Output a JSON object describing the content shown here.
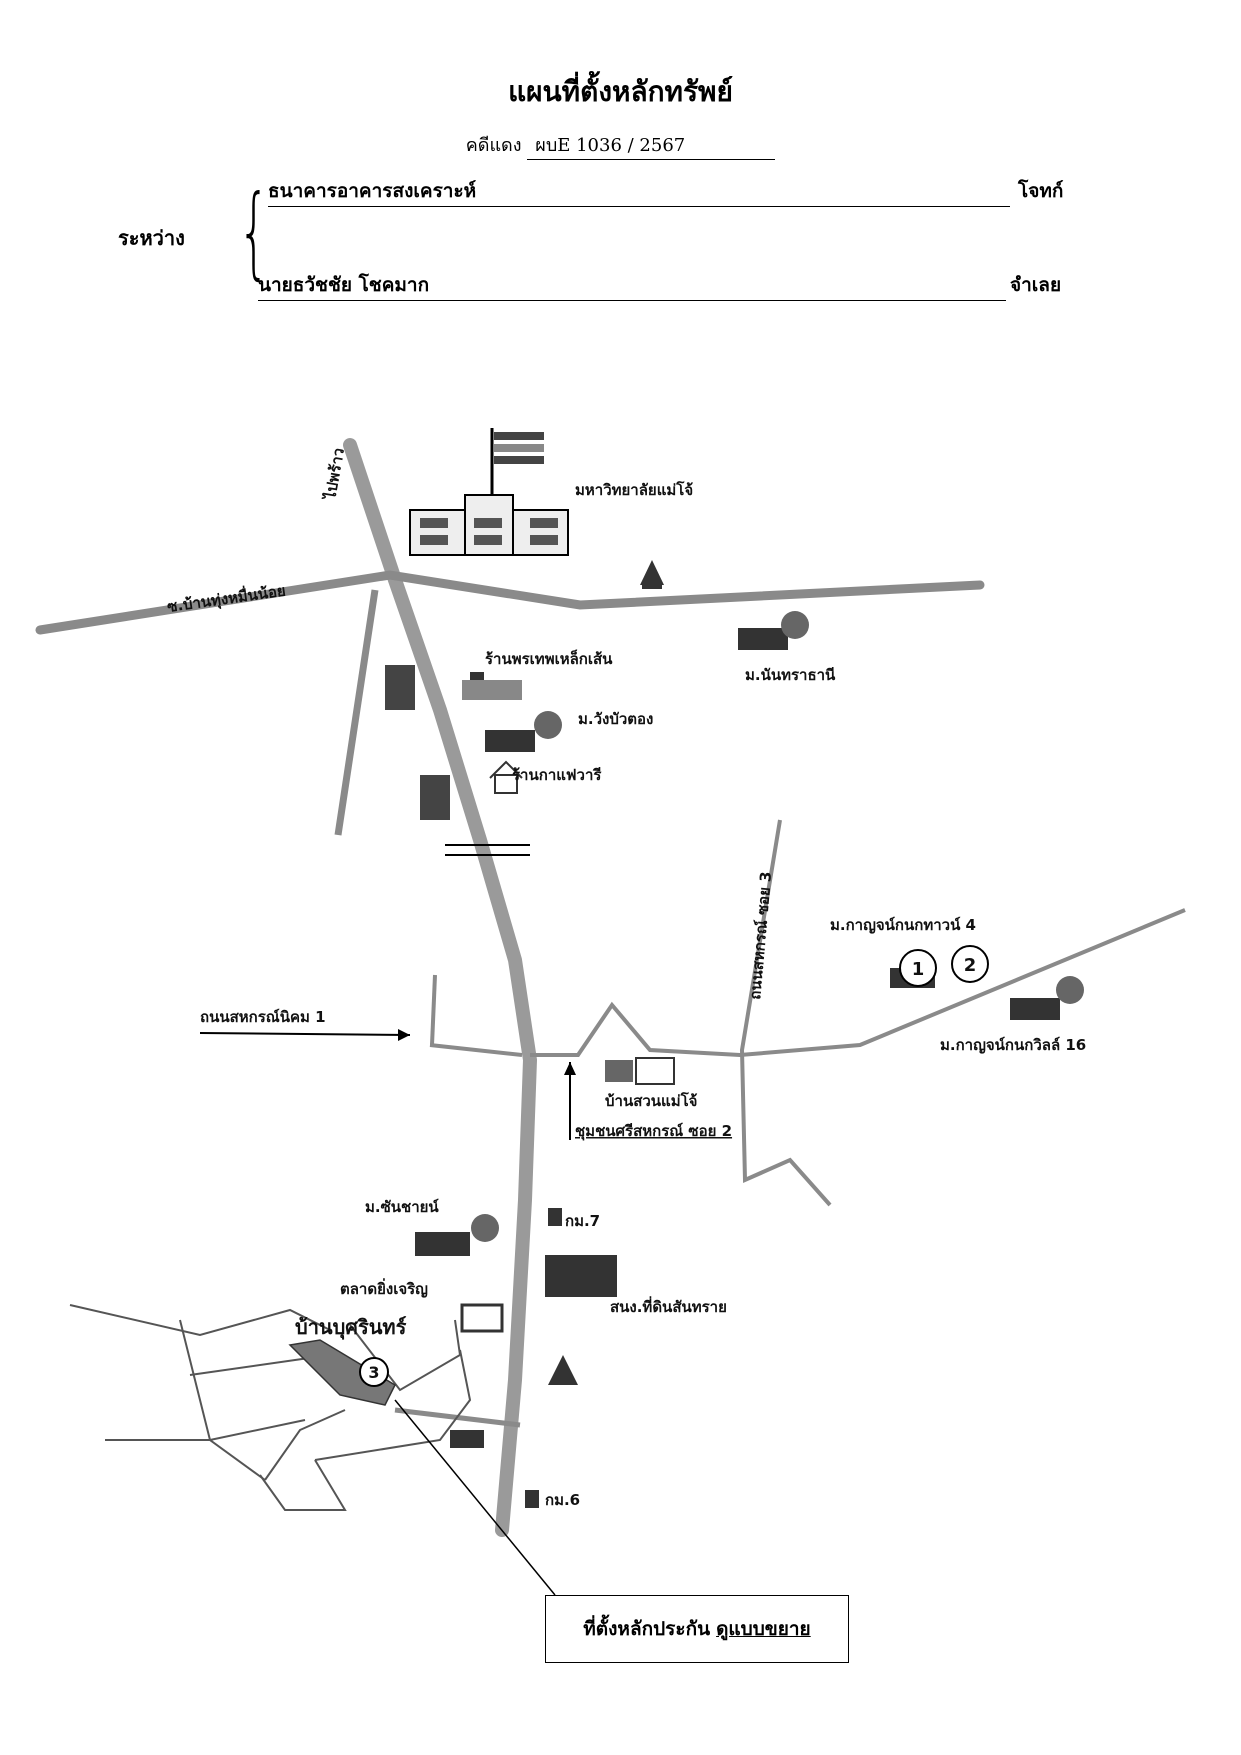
{
  "header": {
    "title": "แผนที่ตั้งหลักทรัพย์",
    "case_label": "คดีแดง",
    "case_number": "ผบE 1036 / 2567"
  },
  "parties": {
    "between_label": "ระหว่าง",
    "plaintiff_name": "ธนาคารอาคารสงเคราะห์",
    "plaintiff_role": "โจทก์",
    "defendant_name": "นายธวัชชัย โชคมาก",
    "defendant_role": "จำเลย"
  },
  "map": {
    "labels": {
      "university": "มหาวิทยาลัยแม่โจ้",
      "to_phrao": "ไปพร้าว",
      "road_ban_thung": "ซ.บ้านทุ่งหมื่นน้อย",
      "shop_prathep": "ร้านพรเทพเหล็กเส้น",
      "nantharathani": "ม.นันทราธานี",
      "wang_bua": "ม.วังบัวตอง",
      "cafe": "ร้านกาแฟวารี",
      "sahakorn_soi3": "ถนนสหกรณ์ ซอย 3",
      "kanchanakanok_town4": "ม.กาญจน์กนกทาวน์ 4",
      "kanchanakanok_ville16": "ม.กาญจน์กนกวิลล์ 16",
      "road_sahakorn_nikom": "ถนนสหกรณ์นิคม 1",
      "suan_maejo": "บ้านสวนแม่โจ้",
      "sri_sahakorn": "ชุมชนศรีสหกรณ์ ซอย 2",
      "sunshine": "ม.ซันชายน์",
      "km7": "กม.7",
      "land_office": "สนง.ที่ดินสันทราย",
      "market": "ตลาดยิ่งเจริญ",
      "ban_busarin": "บ้านบุศรินทร์",
      "km6": "กม.6"
    },
    "markers": [
      "1",
      "2",
      "3"
    ]
  },
  "legend": {
    "text": "ที่ตั้งหลักประกัน",
    "link": "ดูแบบขยาย"
  },
  "colors": {
    "road_main": "#9a9a9a",
    "road_minor": "#8a8a8a",
    "plot": "#777777"
  }
}
